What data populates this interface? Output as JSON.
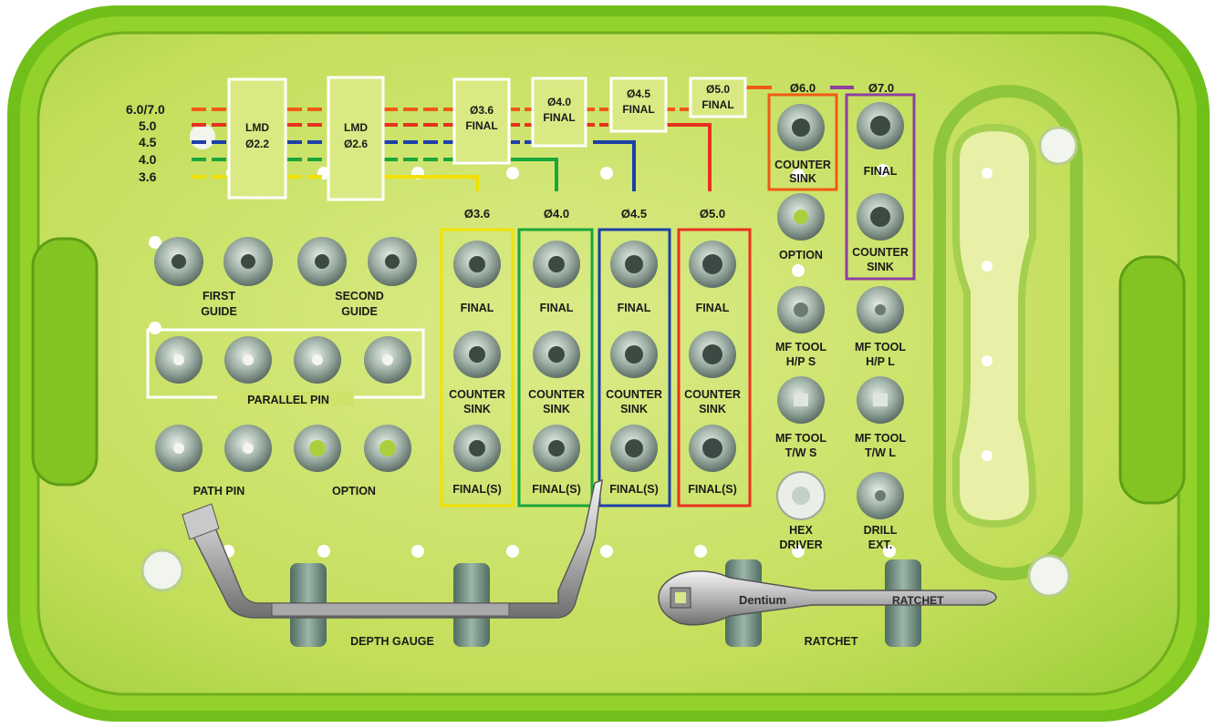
{
  "colors": {
    "tray_outer": "#7ec81e",
    "tray_inner": "#c9e25a",
    "line_6070": "#f05a14",
    "line_50": "#e8311f",
    "line_45": "#1d3fa8",
    "line_40": "#1aa63a",
    "line_36": "#f2e100",
    "purple": "#8e3f9e",
    "white": "#ffffff"
  },
  "sizes": [
    "6.0/7.0",
    "5.0",
    "4.5",
    "4.0",
    "3.6"
  ],
  "lmd": [
    {
      "line1": "LMD",
      "line2": "Ø2.2"
    },
    {
      "line1": "LMD",
      "line2": "Ø2.6"
    }
  ],
  "final_boxes": [
    {
      "line1": "Ø3.6",
      "line2": "FINAL"
    },
    {
      "line1": "Ø4.0",
      "line2": "FINAL"
    },
    {
      "line1": "Ø4.5",
      "line2": "FINAL"
    },
    {
      "line1": "Ø5.0",
      "line2": "FINAL"
    }
  ],
  "top_diameters": [
    "Ø6.0",
    "Ø7.0"
  ],
  "columns": [
    {
      "diameter": "Ø3.6",
      "final": "FINAL",
      "counter1": "COUNTER",
      "counter2": "SINK",
      "final_s": "FINAL(S)"
    },
    {
      "diameter": "Ø4.0",
      "final": "FINAL",
      "counter1": "COUNTER",
      "counter2": "SINK",
      "final_s": "FINAL(S)"
    },
    {
      "diameter": "Ø4.5",
      "final": "FINAL",
      "counter1": "COUNTER",
      "counter2": "SINK",
      "final_s": "FINAL(S)"
    },
    {
      "diameter": "Ø5.0",
      "final": "FINAL",
      "counter1": "COUNTER",
      "counter2": "SINK",
      "final_s": "FINAL(S)"
    }
  ],
  "left": {
    "first_guide": [
      "FIRST",
      "GUIDE"
    ],
    "second_guide": [
      "SECOND",
      "GUIDE"
    ],
    "parallel_pin": "PARALLEL PIN",
    "path_pin": "PATH PIN",
    "option": "OPTION"
  },
  "right": {
    "counter_sink_60": [
      "COUNTER",
      "SINK"
    ],
    "final_70": "FINAL",
    "counter_sink_70": [
      "COUNTER",
      "SINK"
    ],
    "option": "OPTION",
    "mf_hps": [
      "MF TOOL",
      "H/P S"
    ],
    "mf_hpl": [
      "MF TOOL",
      "H/P L"
    ],
    "mf_tws": [
      "MF TOOL",
      "T/W S"
    ],
    "mf_twl": [
      "MF TOOL",
      "T/W L"
    ],
    "hex_driver": [
      "HEX",
      "DRIVER"
    ],
    "drill_ext": [
      "DRILL",
      "EXT."
    ]
  },
  "bottom": {
    "depth_gauge": "DEPTH GAUGE",
    "ratchet": "RATCHET",
    "ratchet_engraving": "RATCHET",
    "brand": "Dentium"
  }
}
